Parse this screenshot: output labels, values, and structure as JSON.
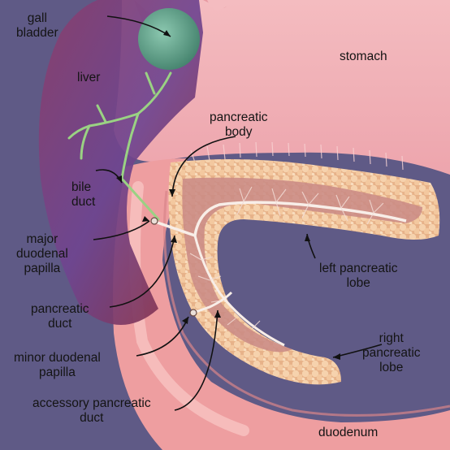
{
  "labels": {
    "gall_bladder": [
      "gall",
      "bladder"
    ],
    "liver": [
      "liver"
    ],
    "stomach": [
      "stomach"
    ],
    "pancreatic_body": [
      "pancreatic",
      "body"
    ],
    "bile_duct": [
      "bile",
      "duct"
    ],
    "major_duodenal_papilla": [
      "major",
      "duodenal",
      "papilla"
    ],
    "left_pancreatic_lobe": [
      "left pancreatic",
      "lobe"
    ],
    "pancreatic_duct": [
      "pancreatic",
      "duct"
    ],
    "minor_duodenal_papilla": [
      "minor duodenal",
      "papilla"
    ],
    "right_pancreatic_lobe": [
      "right",
      "pancreatic",
      "lobe"
    ],
    "accessory_pancreatic_duct": [
      "accessory pancreatic",
      "duct"
    ],
    "duodenum": [
      "duodenum"
    ]
  },
  "colors": {
    "background": "#5f5a86",
    "stomach": "#f2b1b6",
    "liver": "#7a3d74",
    "gall_bladder": "#5a9c86",
    "bile_duct": "#9ad283",
    "duodenum": "#f0a6a4",
    "pancreas_lobules": "#f3c8a2",
    "pancreas_core": "#c97c76",
    "duct": "#f8eee8",
    "leader_line": "#111111"
  }
}
